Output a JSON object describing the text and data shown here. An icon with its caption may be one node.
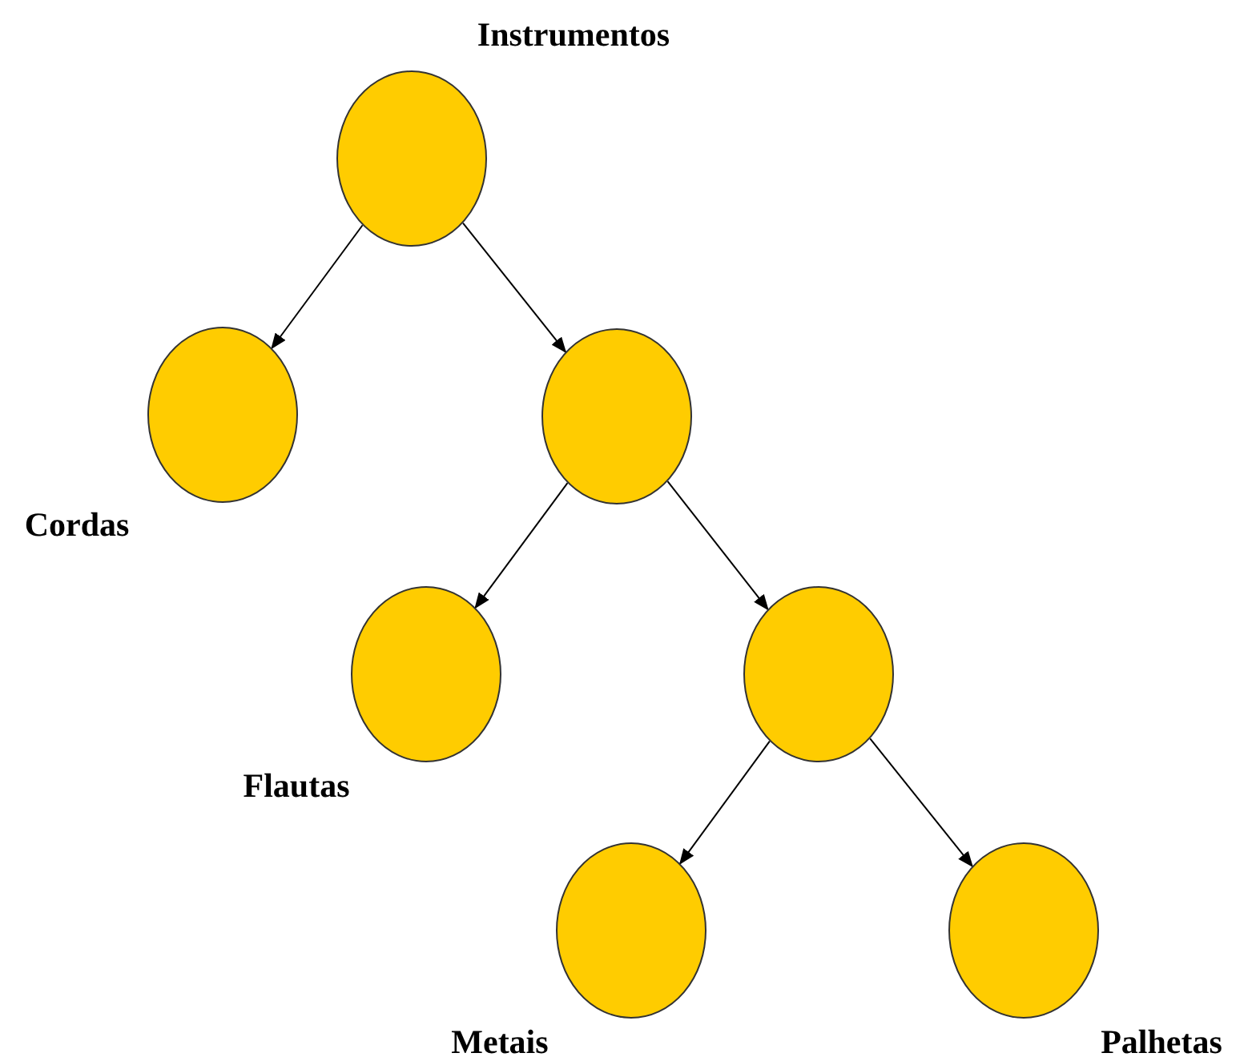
{
  "diagram": {
    "nodes": [
      {
        "text": [
          "Instrumentos"
        ]
      },
      {
        "text": [
          "Cordas"
        ]
      },
      {
        "text": [],
        "shape": "circle"
      },
      {
        "text": [
          "Flautas"
        ]
      },
      {
        "text": [],
        "shape": "circle"
      },
      {
        "text": [
          "Metais"
        ]
      },
      {
        "text": [
          "Palhetas"
        ]
      }
    ],
    "edges": [
      {
        "from": 0,
        "to": 1,
        "arrow": "to"
      },
      {
        "from": 0,
        "to": 2,
        "arrow": "to"
      },
      {
        "from": 2,
        "to": 3,
        "arrow": "to"
      },
      {
        "from": 2,
        "to": 4,
        "arrow": "to"
      },
      {
        "from": 4,
        "to": 5,
        "arrow": "to"
      },
      {
        "from": 4,
        "to": 6,
        "arrow": "to"
      }
    ]
  }
}
